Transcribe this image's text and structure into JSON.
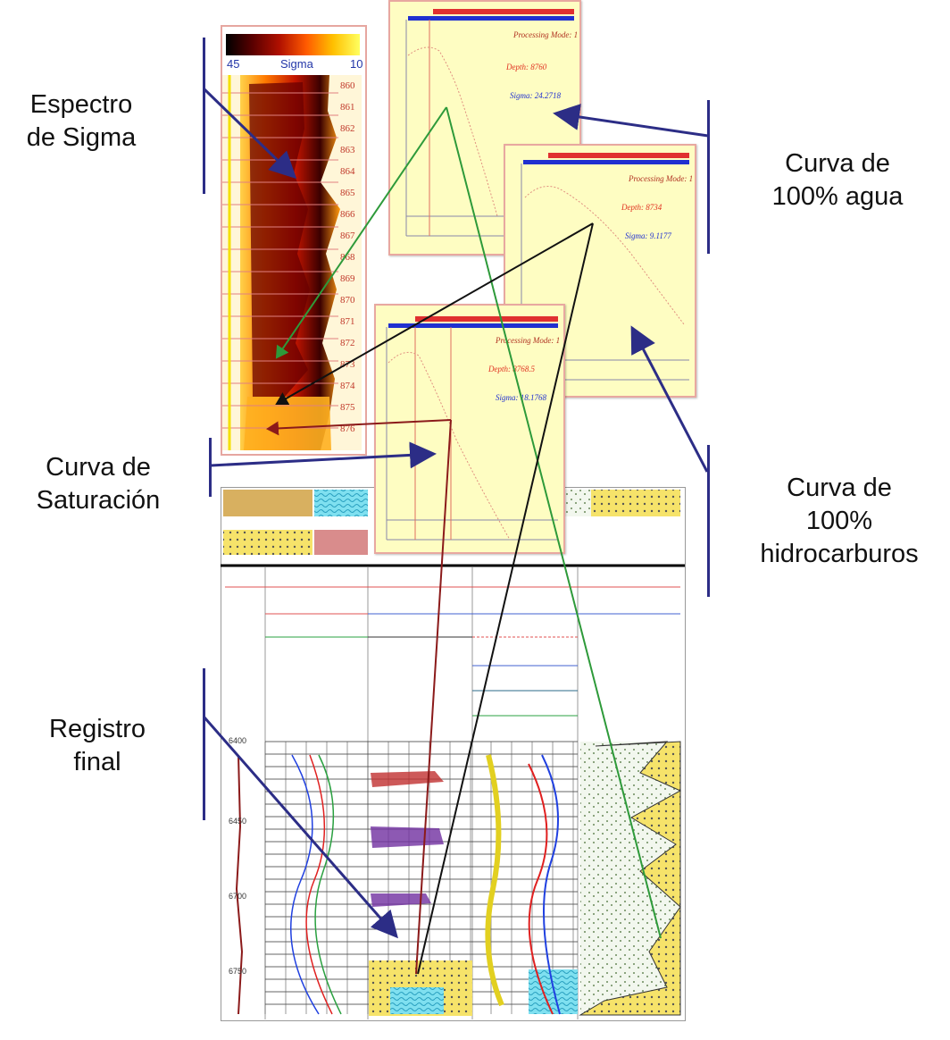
{
  "labels": {
    "sigma_spectrum": [
      "Espectro",
      "de Sigma"
    ],
    "water_curve": [
      "Curva de",
      "100% agua"
    ],
    "saturation_curve": [
      "Curva de",
      "Saturación"
    ],
    "hydrocarbon_curve": [
      "Curva de",
      "100%",
      "hidrocarburos"
    ],
    "final_log": [
      "Registro",
      "final"
    ]
  },
  "sigma_strip": {
    "scale_min": "45",
    "scale_title": "Sigma",
    "scale_max": "10",
    "depth_marks": [
      "860",
      "861",
      "862",
      "863",
      "864",
      "865",
      "866",
      "867",
      "868",
      "869",
      "870",
      "871",
      "872",
      "873",
      "874",
      "875",
      "876"
    ]
  },
  "panels": [
    {
      "id": "water",
      "mode": "Processing Mode: 1",
      "depth": "Depth: 8760",
      "sigma": "Sigma: 24.2718"
    },
    {
      "id": "hydrocarbon",
      "mode": "Processing Mode: 1",
      "depth": "Depth: 8734",
      "sigma": "Sigma: 9.1177"
    },
    {
      "id": "saturation",
      "mode": "Processing Mode: 1",
      "depth": "Depth: 8768.5",
      "sigma": "Sigma: 18.1768"
    }
  ],
  "final_log": {
    "depth_ticks": [
      "6400",
      "6450",
      "6700",
      "6750"
    ]
  },
  "colors": {
    "annotation_bracket": "#2c2d86",
    "panel_background": "#fefdc2",
    "green_connector": "#2e9a3a",
    "black_connector": "#111111",
    "red_connector": "#8b1a1a"
  }
}
